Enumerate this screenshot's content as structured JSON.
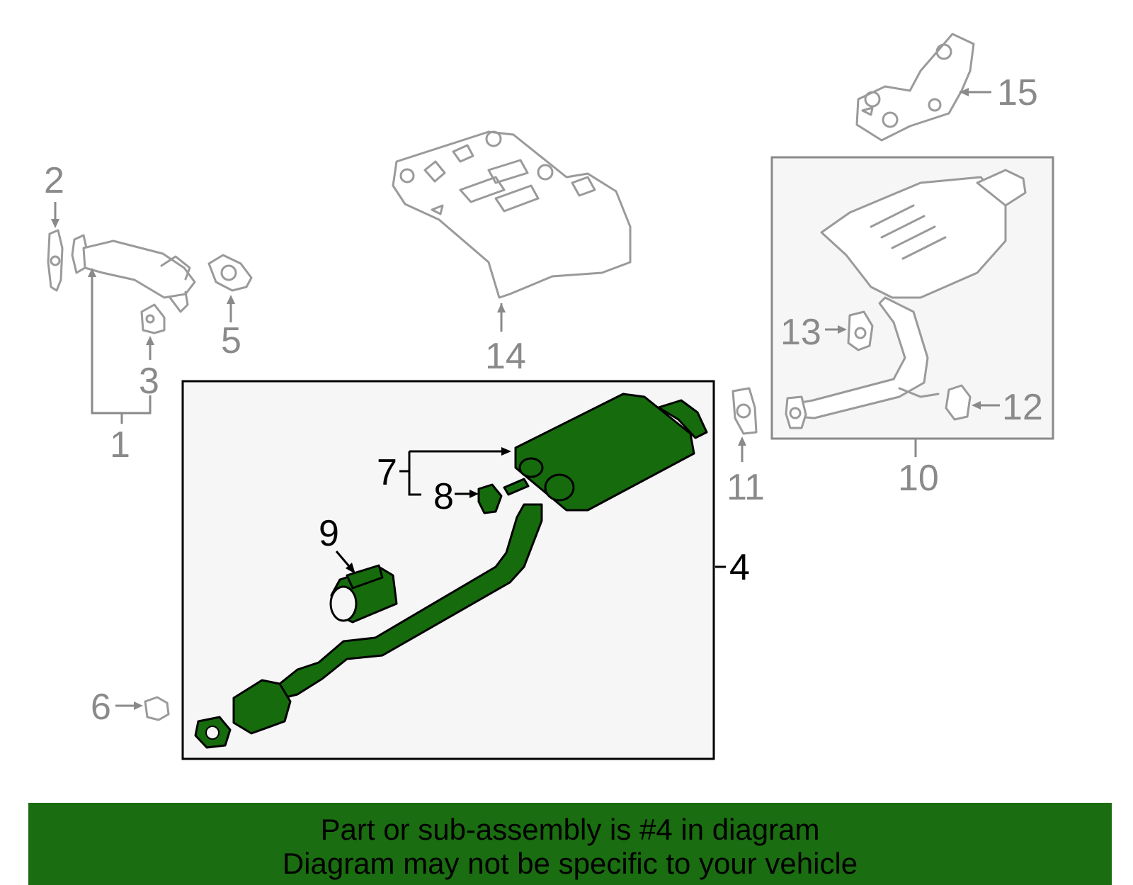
{
  "callouts": {
    "c1": "1",
    "c2": "2",
    "c3": "3",
    "c4": "4",
    "c5": "5",
    "c6": "6",
    "c7": "7",
    "c8": "8",
    "c9": "9",
    "c10": "10",
    "c11": "11",
    "c12": "12",
    "c13": "13",
    "c14": "14",
    "c15": "15"
  },
  "banner": {
    "line1": "Part or sub-assembly is #4 in diagram",
    "line2": "Diagram may not be specific to your vehicle"
  },
  "colors": {
    "highlight_green": "#166b0d",
    "banner_green": "#1a6d10",
    "callout_grey": "#8a8a8a",
    "box_fill": "#f6f6f6"
  }
}
